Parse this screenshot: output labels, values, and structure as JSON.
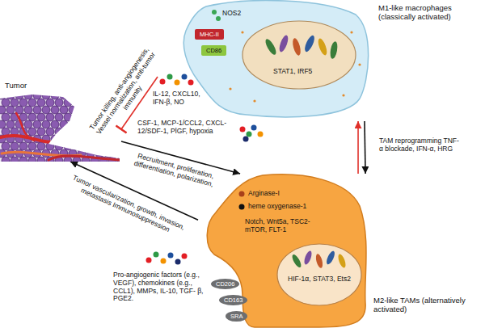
{
  "diagram": {
    "nodes": [
      {
        "text": [
          "M1-like macrophages (classically activated)",
          "NOS2",
          "STAT1, IRF5"
        ]
      },
      {
        "text": [
          "MHC-II"
        ],
        "in": 0
      },
      {
        "text": [
          "CD86"
        ],
        "in": 0
      },
      {
        "text": [
          "Tumor"
        ]
      },
      {
        "text": [
          "M2-like TAMs (alternatively activated)",
          "Arginase-I",
          "heme oxygenase-1",
          "Notch, Wnt5a, TSC2-mTOR, FLT-1",
          "HIF-1α, STAT3, Ets2"
        ]
      },
      {
        "text": [
          "CD206"
        ],
        "in": 4
      },
      {
        "text": [
          "CD163"
        ],
        "in": 4
      },
      {
        "text": [
          "SRA"
        ],
        "in": 4
      }
    ],
    "edges": [
      {
        "from": 0,
        "to": 3,
        "arrow": "to",
        "label": "Tumor killing, anti-angiogenesis, Vessel normalization, anti-tumor immunity"
      },
      {
        "from": 3,
        "to": 4,
        "arrow": "to",
        "label": "Recruitment, proliferation, differentiation, polarization,"
      },
      {
        "from": 4,
        "to": 3,
        "arrow": "to",
        "label": "Tumor vascularization, growth, invasion, metastasis Immunosuppression"
      },
      {
        "from": 4,
        "to": 0,
        "arrow": "to",
        "label": "TAM reprogramming TNF-α blockade, IFN-α, HRG"
      },
      {
        "from": 0,
        "to": 4,
        "arrow": "to"
      }
    ],
    "labels": [
      "IL-12, CXCL10, IFN-β, NO",
      "CSF-1, MCP-1/CCL2, CXCL-12/SDF-1, PlGF, hypoxia",
      "Pro-angiogenic factors (e.g., VEGF), chemokines (e.g., CCL1), MMPs, IL-10, TGF- β, PGE2."
    ]
  }
}
